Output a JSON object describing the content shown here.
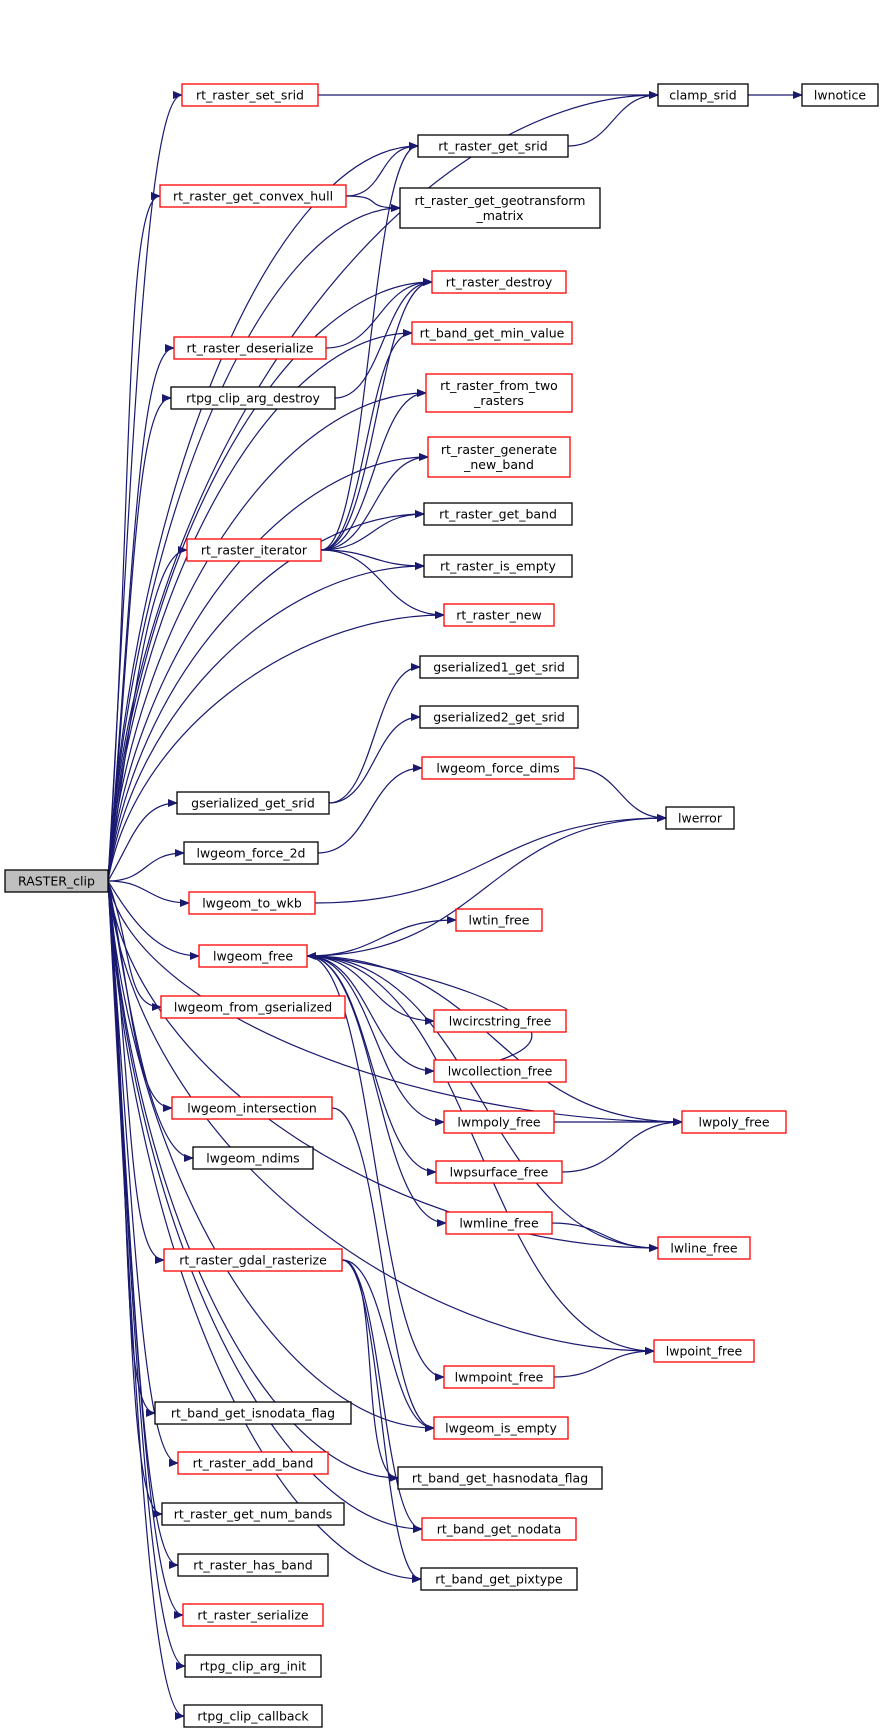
{
  "graph": {
    "root": "RASTER_clip",
    "nodes": [
      {
        "id": "RASTER_clip",
        "lines": [
          "RASTER_clip"
        ],
        "style": "root"
      },
      {
        "id": "rt_raster_set_srid",
        "lines": [
          "rt_raster_set_srid"
        ],
        "style": "red"
      },
      {
        "id": "clamp_srid",
        "lines": [
          "clamp_srid"
        ],
        "style": "black"
      },
      {
        "id": "lwnotice",
        "lines": [
          "lwnotice"
        ],
        "style": "black"
      },
      {
        "id": "rt_raster_get_srid",
        "lines": [
          "rt_raster_get_srid"
        ],
        "style": "black"
      },
      {
        "id": "rt_raster_get_convex_hull",
        "lines": [
          "rt_raster_get_convex_hull"
        ],
        "style": "red"
      },
      {
        "id": "rt_raster_get_geotransform_matrix",
        "lines": [
          "rt_raster_get_geotransform",
          "_matrix"
        ],
        "style": "black"
      },
      {
        "id": "rt_raster_destroy",
        "lines": [
          "rt_raster_destroy"
        ],
        "style": "red"
      },
      {
        "id": "rt_raster_deserialize",
        "lines": [
          "rt_raster_deserialize"
        ],
        "style": "red"
      },
      {
        "id": "rt_band_get_min_value",
        "lines": [
          "rt_band_get_min_value"
        ],
        "style": "red"
      },
      {
        "id": "rtpg_clip_arg_destroy",
        "lines": [
          "rtpg_clip_arg_destroy"
        ],
        "style": "black"
      },
      {
        "id": "rt_raster_from_two_rasters",
        "lines": [
          "rt_raster_from_two",
          "_rasters"
        ],
        "style": "red"
      },
      {
        "id": "rt_raster_generate_new_band",
        "lines": [
          "rt_raster_generate",
          "_new_band"
        ],
        "style": "red"
      },
      {
        "id": "rt_raster_get_band",
        "lines": [
          "rt_raster_get_band"
        ],
        "style": "black"
      },
      {
        "id": "rt_raster_iterator",
        "lines": [
          "rt_raster_iterator"
        ],
        "style": "red"
      },
      {
        "id": "rt_raster_is_empty",
        "lines": [
          "rt_raster_is_empty"
        ],
        "style": "black"
      },
      {
        "id": "rt_raster_new",
        "lines": [
          "rt_raster_new"
        ],
        "style": "red"
      },
      {
        "id": "gserialized1_get_srid",
        "lines": [
          "gserialized1_get_srid"
        ],
        "style": "black"
      },
      {
        "id": "gserialized2_get_srid",
        "lines": [
          "gserialized2_get_srid"
        ],
        "style": "black"
      },
      {
        "id": "lwgeom_force_dims",
        "lines": [
          "lwgeom_force_dims"
        ],
        "style": "red"
      },
      {
        "id": "gserialized_get_srid",
        "lines": [
          "gserialized_get_srid"
        ],
        "style": "black"
      },
      {
        "id": "lwerror",
        "lines": [
          "lwerror"
        ],
        "style": "black"
      },
      {
        "id": "lwgeom_force_2d",
        "lines": [
          "lwgeom_force_2d"
        ],
        "style": "black"
      },
      {
        "id": "lwgeom_to_wkb",
        "lines": [
          "lwgeom_to_wkb"
        ],
        "style": "red"
      },
      {
        "id": "lwtin_free",
        "lines": [
          "lwtin_free"
        ],
        "style": "red"
      },
      {
        "id": "lwgeom_free",
        "lines": [
          "lwgeom_free"
        ],
        "style": "red"
      },
      {
        "id": "lwgeom_from_gserialized",
        "lines": [
          "lwgeom_from_gserialized"
        ],
        "style": "red"
      },
      {
        "id": "lwcircstring_free",
        "lines": [
          "lwcircstring_free"
        ],
        "style": "red"
      },
      {
        "id": "lwcollection_free",
        "lines": [
          "lwcollection_free"
        ],
        "style": "red"
      },
      {
        "id": "lwgeom_intersection",
        "lines": [
          "lwgeom_intersection"
        ],
        "style": "red"
      },
      {
        "id": "lwmpoly_free",
        "lines": [
          "lwmpoly_free"
        ],
        "style": "red"
      },
      {
        "id": "lwpoly_free",
        "lines": [
          "lwpoly_free"
        ],
        "style": "red"
      },
      {
        "id": "lwgeom_ndims",
        "lines": [
          "lwgeom_ndims"
        ],
        "style": "black"
      },
      {
        "id": "lwpsurface_free",
        "lines": [
          "lwpsurface_free"
        ],
        "style": "red"
      },
      {
        "id": "lwmline_free",
        "lines": [
          "lwmline_free"
        ],
        "style": "red"
      },
      {
        "id": "lwline_free",
        "lines": [
          "lwline_free"
        ],
        "style": "red"
      },
      {
        "id": "rt_raster_gdal_rasterize",
        "lines": [
          "rt_raster_gdal_rasterize"
        ],
        "style": "red"
      },
      {
        "id": "lwpoint_free",
        "lines": [
          "lwpoint_free"
        ],
        "style": "red"
      },
      {
        "id": "lwmpoint_free",
        "lines": [
          "lwmpoint_free"
        ],
        "style": "red"
      },
      {
        "id": "rt_band_get_isnodata_flag",
        "lines": [
          "rt_band_get_isnodata_flag"
        ],
        "style": "black"
      },
      {
        "id": "lwgeom_is_empty",
        "lines": [
          "lwgeom_is_empty"
        ],
        "style": "red"
      },
      {
        "id": "rt_raster_add_band",
        "lines": [
          "rt_raster_add_band"
        ],
        "style": "red"
      },
      {
        "id": "rt_band_get_hasnodata_flag",
        "lines": [
          "rt_band_get_hasnodata_flag"
        ],
        "style": "black"
      },
      {
        "id": "rt_raster_get_num_bands",
        "lines": [
          "rt_raster_get_num_bands"
        ],
        "style": "black"
      },
      {
        "id": "rt_band_get_nodata",
        "lines": [
          "rt_band_get_nodata"
        ],
        "style": "red"
      },
      {
        "id": "rt_raster_has_band",
        "lines": [
          "rt_raster_has_band"
        ],
        "style": "black"
      },
      {
        "id": "rt_band_get_pixtype",
        "lines": [
          "rt_band_get_pixtype"
        ],
        "style": "black"
      },
      {
        "id": "rt_raster_serialize",
        "lines": [
          "rt_raster_serialize"
        ],
        "style": "red"
      },
      {
        "id": "rtpg_clip_arg_init",
        "lines": [
          "rtpg_clip_arg_init"
        ],
        "style": "black"
      },
      {
        "id": "rtpg_clip_callback",
        "lines": [
          "rtpg_clip_callback"
        ],
        "style": "black"
      }
    ],
    "edges": [
      [
        "RASTER_clip",
        "clamp_srid"
      ],
      [
        "RASTER_clip",
        "rt_raster_set_srid"
      ],
      [
        "RASTER_clip",
        "rt_raster_get_srid"
      ],
      [
        "RASTER_clip",
        "rt_raster_get_convex_hull"
      ],
      [
        "RASTER_clip",
        "rt_raster_get_geotransform_matrix"
      ],
      [
        "RASTER_clip",
        "rt_raster_destroy"
      ],
      [
        "RASTER_clip",
        "rt_raster_deserialize"
      ],
      [
        "RASTER_clip",
        "rtpg_clip_arg_destroy"
      ],
      [
        "RASTER_clip",
        "rt_band_get_min_value"
      ],
      [
        "RASTER_clip",
        "rt_raster_from_two_rasters"
      ],
      [
        "RASTER_clip",
        "rt_raster_generate_new_band"
      ],
      [
        "RASTER_clip",
        "rt_raster_iterator"
      ],
      [
        "RASTER_clip",
        "rt_raster_get_band"
      ],
      [
        "RASTER_clip",
        "rt_raster_is_empty"
      ],
      [
        "RASTER_clip",
        "rt_raster_new"
      ],
      [
        "RASTER_clip",
        "gserialized_get_srid"
      ],
      [
        "RASTER_clip",
        "lwgeom_force_2d"
      ],
      [
        "RASTER_clip",
        "lwgeom_to_wkb"
      ],
      [
        "RASTER_clip",
        "lwgeom_free"
      ],
      [
        "RASTER_clip",
        "lwgeom_from_gserialized"
      ],
      [
        "RASTER_clip",
        "lwgeom_intersection"
      ],
      [
        "RASTER_clip",
        "lwgeom_ndims"
      ],
      [
        "RASTER_clip",
        "rt_raster_gdal_rasterize"
      ],
      [
        "RASTER_clip",
        "rt_band_get_isnodata_flag"
      ],
      [
        "RASTER_clip",
        "rt_raster_add_band"
      ],
      [
        "RASTER_clip",
        "rt_raster_get_num_bands"
      ],
      [
        "RASTER_clip",
        "rt_raster_has_band"
      ],
      [
        "RASTER_clip",
        "rt_raster_serialize"
      ],
      [
        "RASTER_clip",
        "rtpg_clip_arg_init"
      ],
      [
        "RASTER_clip",
        "rtpg_clip_callback"
      ],
      [
        "RASTER_clip",
        "lwpoly_free"
      ],
      [
        "RASTER_clip",
        "lwline_free"
      ],
      [
        "RASTER_clip",
        "lwpoint_free"
      ],
      [
        "RASTER_clip",
        "lwgeom_is_empty"
      ],
      [
        "RASTER_clip",
        "rt_band_get_hasnodata_flag"
      ],
      [
        "RASTER_clip",
        "rt_band_get_nodata"
      ],
      [
        "RASTER_clip",
        "rt_band_get_pixtype"
      ],
      [
        "rt_raster_set_srid",
        "clamp_srid"
      ],
      [
        "clamp_srid",
        "lwnotice"
      ],
      [
        "rt_raster_get_srid",
        "clamp_srid"
      ],
      [
        "rt_raster_get_convex_hull",
        "rt_raster_get_srid"
      ],
      [
        "rt_raster_get_convex_hull",
        "rt_raster_get_geotransform_matrix"
      ],
      [
        "rt_raster_deserialize",
        "rt_raster_destroy"
      ],
      [
        "rtpg_clip_arg_destroy",
        "rt_raster_destroy"
      ],
      [
        "rt_raster_iterator",
        "rt_raster_destroy"
      ],
      [
        "rt_raster_iterator",
        "rt_raster_get_srid"
      ],
      [
        "rt_raster_iterator",
        "rt_band_get_min_value"
      ],
      [
        "rt_raster_iterator",
        "rt_raster_from_two_rasters"
      ],
      [
        "rt_raster_iterator",
        "rt_raster_generate_new_band"
      ],
      [
        "rt_raster_iterator",
        "rt_raster_get_band"
      ],
      [
        "rt_raster_iterator",
        "rt_raster_is_empty"
      ],
      [
        "rt_raster_iterator",
        "rt_raster_new"
      ],
      [
        "gserialized_get_srid",
        "gserialized1_get_srid"
      ],
      [
        "gserialized_get_srid",
        "gserialized2_get_srid"
      ],
      [
        "lwgeom_force_2d",
        "lwgeom_force_dims"
      ],
      [
        "lwgeom_force_dims",
        "lwerror"
      ],
      [
        "lwgeom_to_wkb",
        "lwerror"
      ],
      [
        "lwgeom_free",
        "lwerror"
      ],
      [
        "lwgeom_free",
        "lwtin_free"
      ],
      [
        "lwgeom_free",
        "lwcircstring_free"
      ],
      [
        "lwgeom_free",
        "lwcollection_free"
      ],
      [
        "lwgeom_free",
        "lwmpoly_free"
      ],
      [
        "lwgeom_free",
        "lwpsurface_free"
      ],
      [
        "lwgeom_free",
        "lwmline_free"
      ],
      [
        "lwgeom_free",
        "lwpoly_free"
      ],
      [
        "lwgeom_free",
        "lwmpoint_free"
      ],
      [
        "lwgeom_free",
        "lwline_free"
      ],
      [
        "lwgeom_free",
        "lwpoint_free"
      ],
      [
        "lwcollection_free",
        "lwgeom_free"
      ],
      [
        "lwmpoly_free",
        "lwpoly_free"
      ],
      [
        "lwpsurface_free",
        "lwpoly_free"
      ],
      [
        "lwmline_free",
        "lwline_free"
      ],
      [
        "lwmpoint_free",
        "lwpoint_free"
      ],
      [
        "lwgeom_intersection",
        "lwgeom_is_empty"
      ],
      [
        "rt_raster_gdal_rasterize",
        "lwgeom_is_empty"
      ],
      [
        "rt_raster_gdal_rasterize",
        "rt_band_get_hasnodata_flag"
      ],
      [
        "rt_raster_gdal_rasterize",
        "rt_band_get_nodata"
      ],
      [
        "rt_raster_gdal_rasterize",
        "rt_band_get_pixtype"
      ]
    ]
  }
}
